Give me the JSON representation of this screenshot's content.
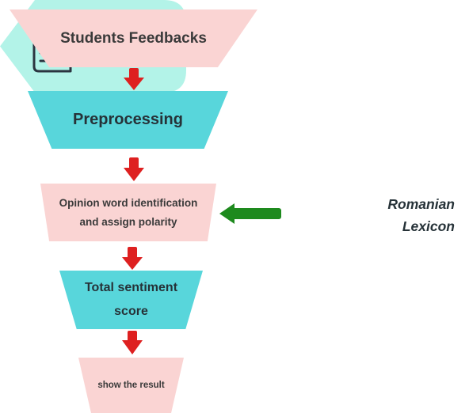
{
  "nodes": {
    "students": {
      "line1": "Students Feedbacks"
    },
    "preprocessing": {
      "line1": "Preprocessing"
    },
    "opinion": {
      "line1": "Opinion word identification",
      "line2": "and assign polarity"
    },
    "total": {
      "line1": "Total sentiment",
      "line2": "score"
    },
    "result": {
      "line1": "show the result"
    },
    "lexicon": {
      "line1": "Romanian",
      "line2": "Lexicon",
      "icon": "document-edit-icon"
    }
  },
  "colors": {
    "pink": "#fad4d3",
    "teal": "#58d6db",
    "light_teal": "#b3f3e8",
    "down_arrow": "#de2020",
    "left_arrow": "#1e8a1e",
    "text": "#3a3a3a"
  }
}
